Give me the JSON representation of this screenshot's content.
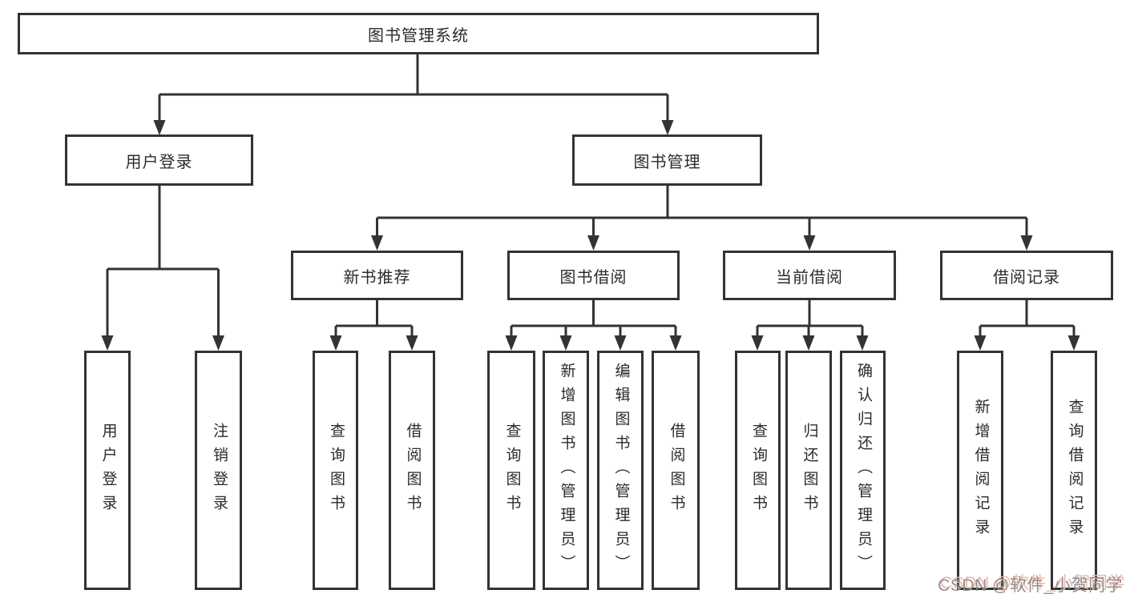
{
  "diagram": {
    "title": "图书管理系统",
    "tree": {
      "label": "图书管理系统",
      "children": [
        {
          "label": "用户登录",
          "children": [
            {
              "label": "用户登录"
            },
            {
              "label": "注销登录"
            }
          ]
        },
        {
          "label": "图书管理",
          "children": [
            {
              "label": "新书推荐",
              "children": [
                {
                  "label": "查询图书"
                },
                {
                  "label": "借阅图书"
                }
              ]
            },
            {
              "label": "图书借阅",
              "children": [
                {
                  "label": "查询图书"
                },
                {
                  "label": "新增图书（管理员）"
                },
                {
                  "label": "编辑图书（管理员）"
                },
                {
                  "label": "借阅图书"
                }
              ]
            },
            {
              "label": "当前借阅",
              "children": [
                {
                  "label": "查询图书"
                },
                {
                  "label": "归还图书"
                },
                {
                  "label": "确认归还（管理员）"
                }
              ]
            },
            {
              "label": "借阅记录",
              "children": [
                {
                  "label": "新增借阅记录"
                },
                {
                  "label": "查询借阅记录"
                }
              ]
            }
          ]
        }
      ]
    }
  },
  "watermark": "CSDN @软件_小贺同学",
  "colors": {
    "line": "#333333",
    "box_border": "#333333",
    "text": "#2b2b2b",
    "background": "#ffffff",
    "watermark_text": "#8f8f8f",
    "watermark_shadow": "#f2b5a8"
  }
}
